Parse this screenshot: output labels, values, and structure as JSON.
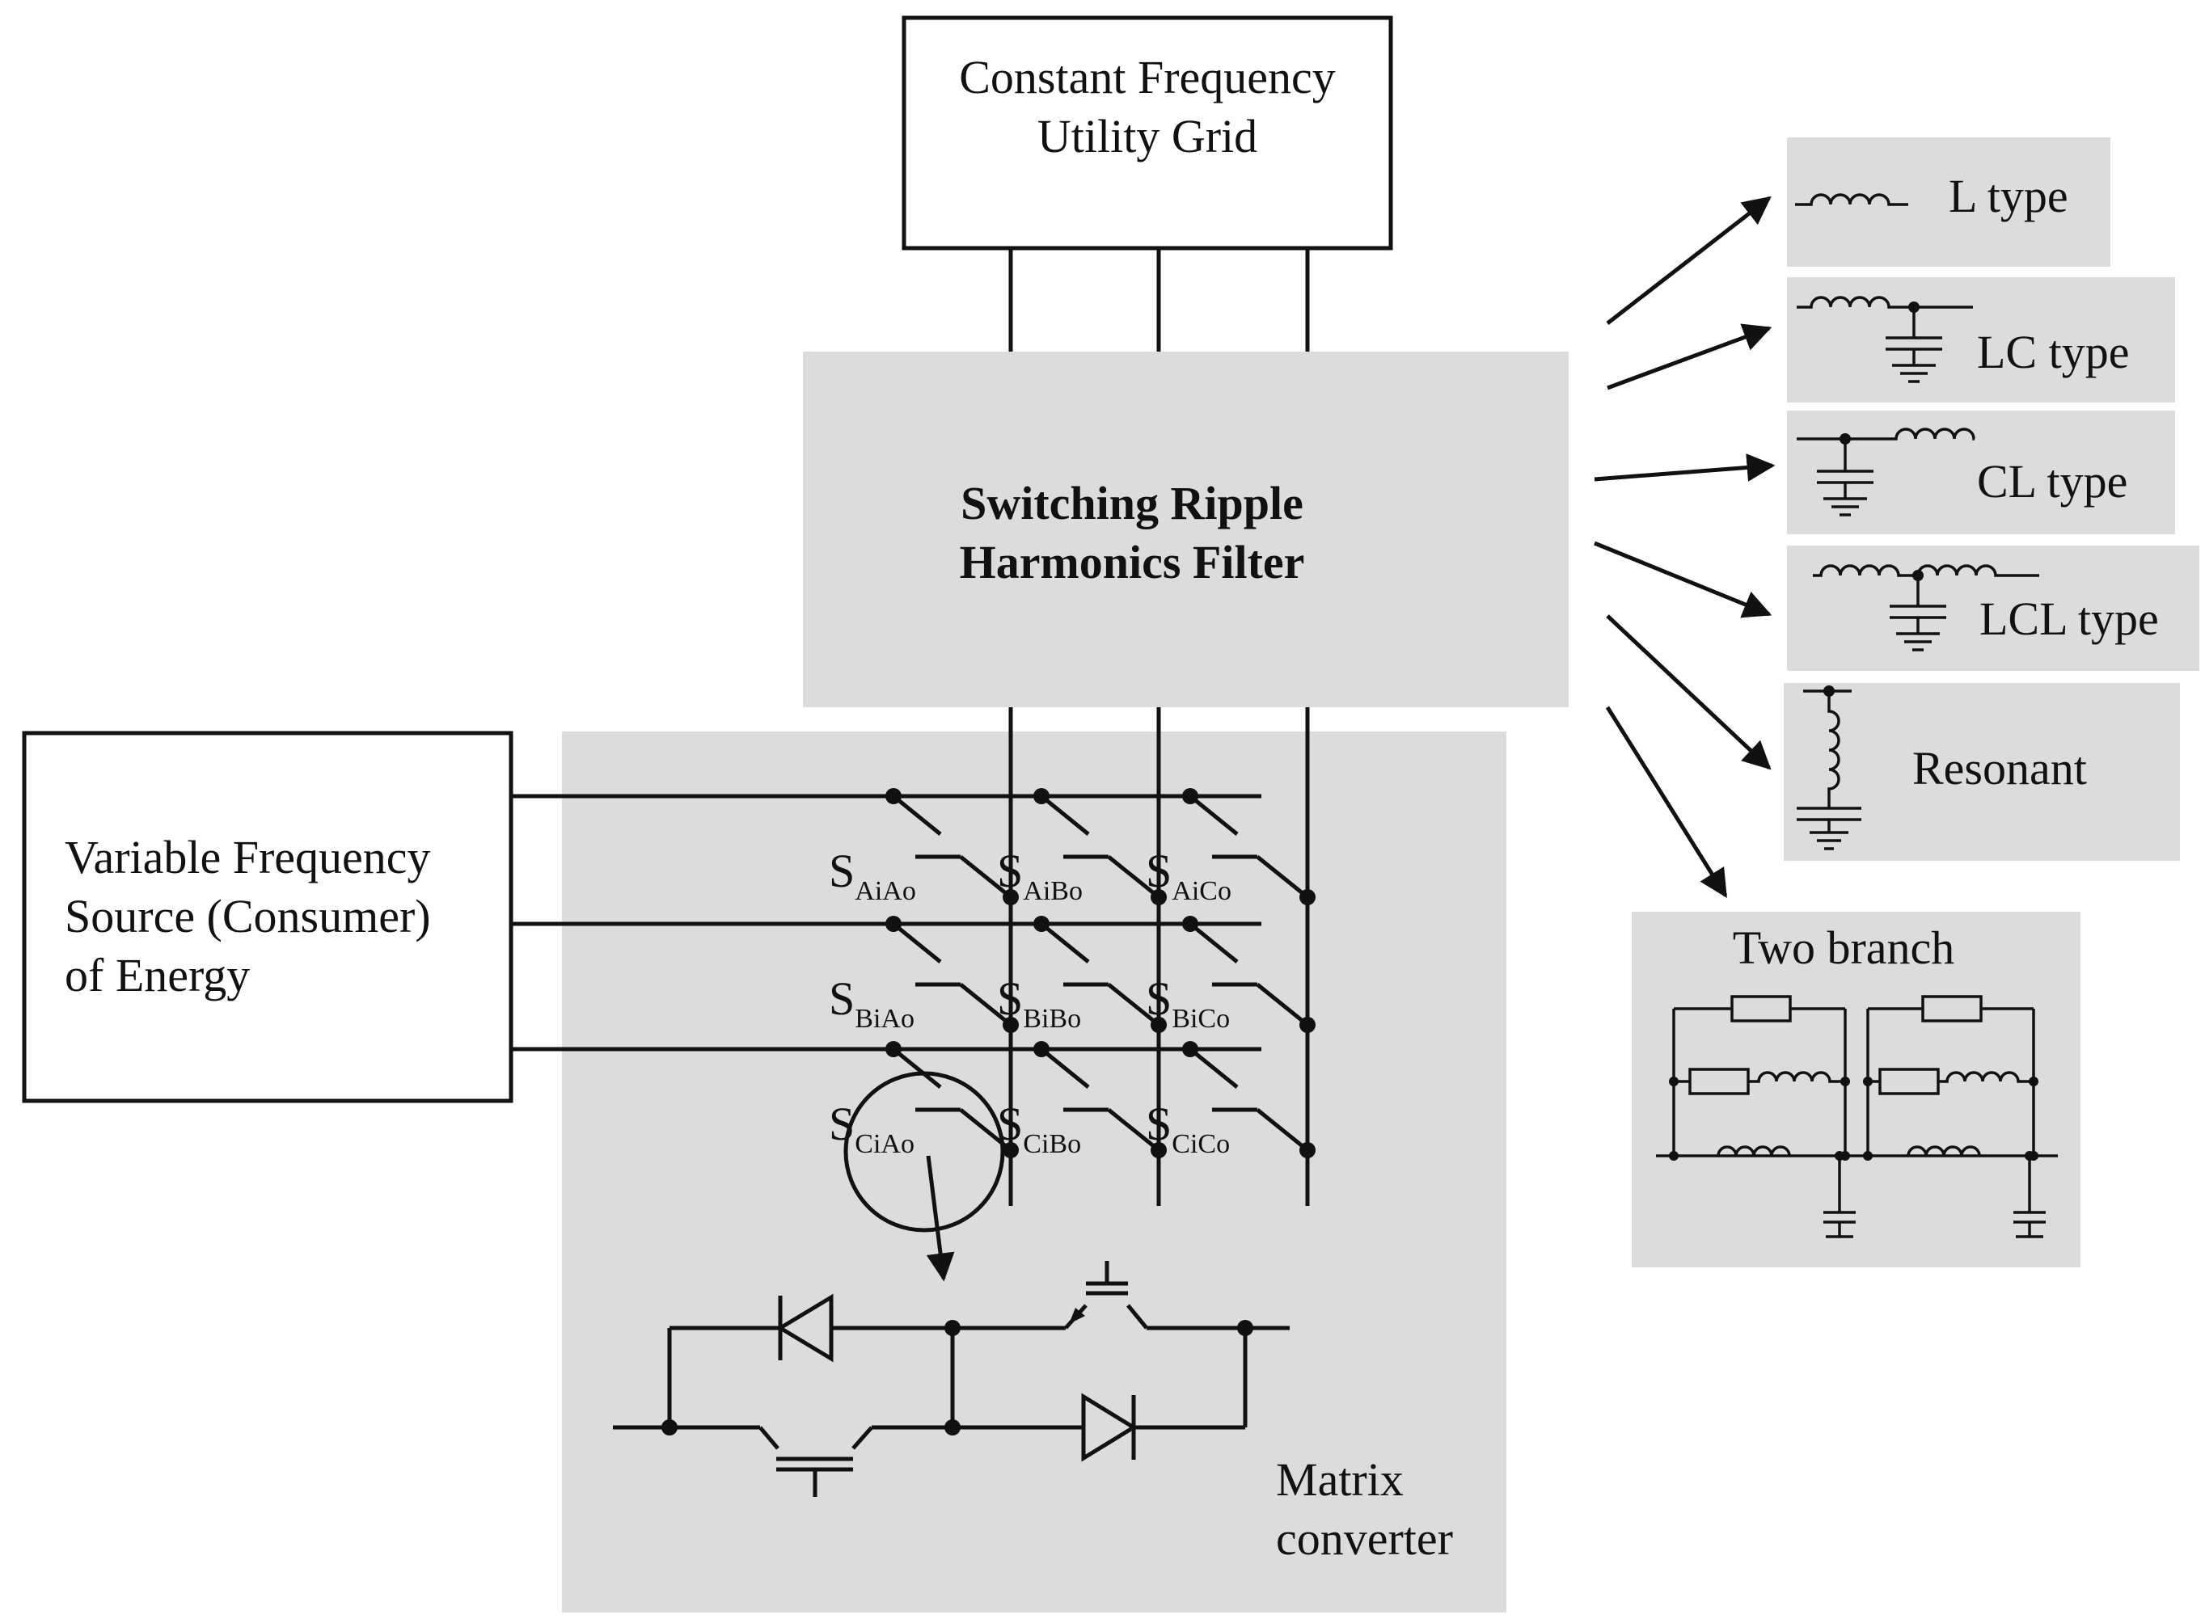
{
  "colors": {
    "panel": "#dcdcdc",
    "line": "#111111",
    "box_border": "#111111"
  },
  "grid": {
    "title_line1": "Constant Frequency",
    "title_line2": "Utility Grid"
  },
  "filter": {
    "title_line1": "Switching Ripple",
    "title_line2": "Harmonics Filter"
  },
  "source": {
    "line1": "Variable Frequency",
    "line2": "Source (Consumer)",
    "line3": "of Energy"
  },
  "converter": {
    "line1": "Matrix",
    "line2": "converter"
  },
  "switches": [
    {
      "main": "S",
      "sub": "AiAo"
    },
    {
      "main": "S",
      "sub": "AiBo"
    },
    {
      "main": "S",
      "sub": "AiCo"
    },
    {
      "main": "S",
      "sub": "BiAo"
    },
    {
      "main": "S",
      "sub": "BiBo"
    },
    {
      "main": "S",
      "sub": "BiCo"
    },
    {
      "main": "S",
      "sub": "CiAo"
    },
    {
      "main": "S",
      "sub": "CiBo"
    },
    {
      "main": "S",
      "sub": "CiCo"
    }
  ],
  "filter_types": [
    {
      "label": "L type",
      "symbol": "inductor-icon"
    },
    {
      "label": "LC type",
      "symbol": "inductor-capacitor-icon"
    },
    {
      "label": "CL type",
      "symbol": "capacitor-inductor-icon"
    },
    {
      "label": "LCL type",
      "symbol": "inductor-capacitor-inductor-icon"
    },
    {
      "label": "Resonant",
      "symbol": "resonant-lc-icon"
    },
    {
      "label": "Two branch",
      "symbol": "two-branch-network-icon"
    }
  ]
}
